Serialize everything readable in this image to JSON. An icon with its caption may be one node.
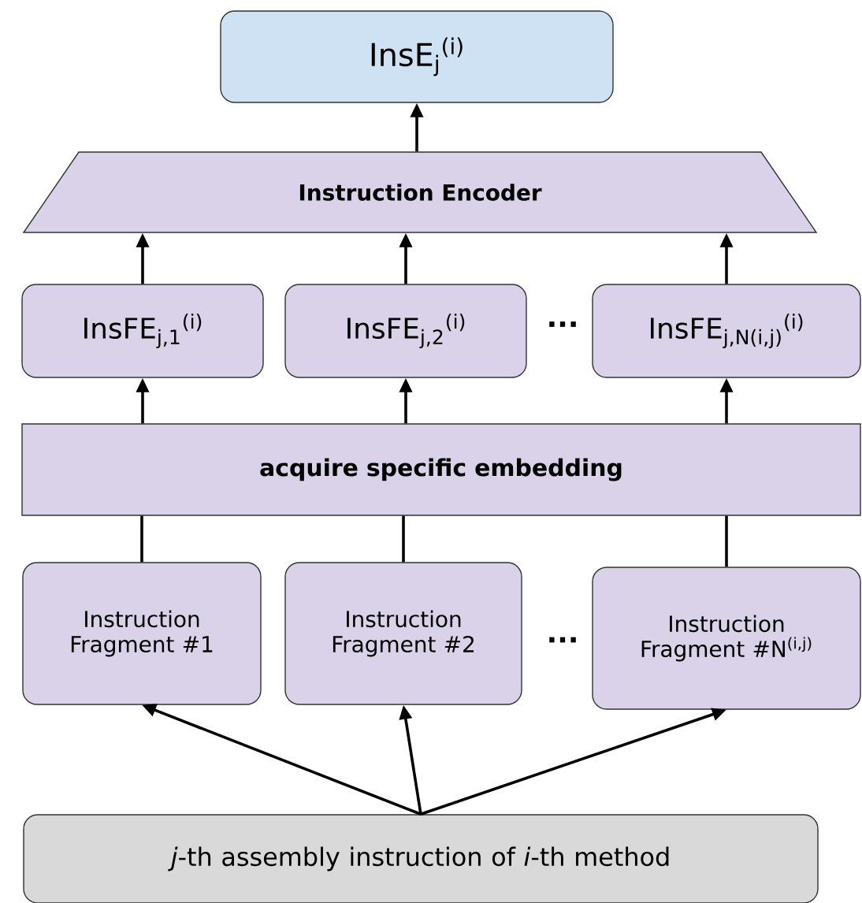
{
  "diagram": {
    "nodes": [
      {
        "text": [
          "InsE$_{j}$$^{(i)}$"
        ]
      },
      {
        "text": [
          "Instruction Encoder"
        ]
      },
      {
        "text": [
          "InsFE$_{j,1}$$^{(i)}$"
        ]
      },
      {
        "text": [
          "InsFE$_{j,2}$$^{(i)}$"
        ]
      },
      {
        "text": [
          "InsFE$_{j,N(i,j)}$$^{(i)}$"
        ]
      },
      {
        "text": [
          "acquire specific embedding"
        ]
      },
      {
        "text": [
          "Instruction Fragment #1"
        ]
      },
      {
        "text": [
          "Instruction Fragment #2"
        ]
      },
      {
        "text": [
          "Instruction Fragment #N$^{(i,j)}$"
        ]
      },
      {
        "text": [
          "*j*-th assembly instruction of *i*-th method"
        ]
      }
    ],
    "edges": [
      {
        "from": 1,
        "to": 0,
        "arrow": "to"
      },
      {
        "from": 2,
        "to": 1,
        "arrow": "to"
      },
      {
        "from": 3,
        "to": 1,
        "arrow": "to"
      },
      {
        "from": 4,
        "to": 1,
        "arrow": "to"
      },
      {
        "from": 5,
        "to": 2,
        "arrow": "to"
      },
      {
        "from": 5,
        "to": 3,
        "arrow": "to"
      },
      {
        "from": 5,
        "to": 4,
        "arrow": "to"
      },
      {
        "from": 6,
        "to": 5,
        "arrow": "none"
      },
      {
        "from": 7,
        "to": 5,
        "arrow": "none"
      },
      {
        "from": 8,
        "to": 5,
        "arrow": "none"
      },
      {
        "from": 9,
        "to": 6,
        "arrow": "to"
      },
      {
        "from": 9,
        "to": 7,
        "arrow": "to"
      },
      {
        "from": 9,
        "to": 8,
        "arrow": "to"
      }
    ],
    "labels": [
      "···",
      "..."
    ]
  }
}
